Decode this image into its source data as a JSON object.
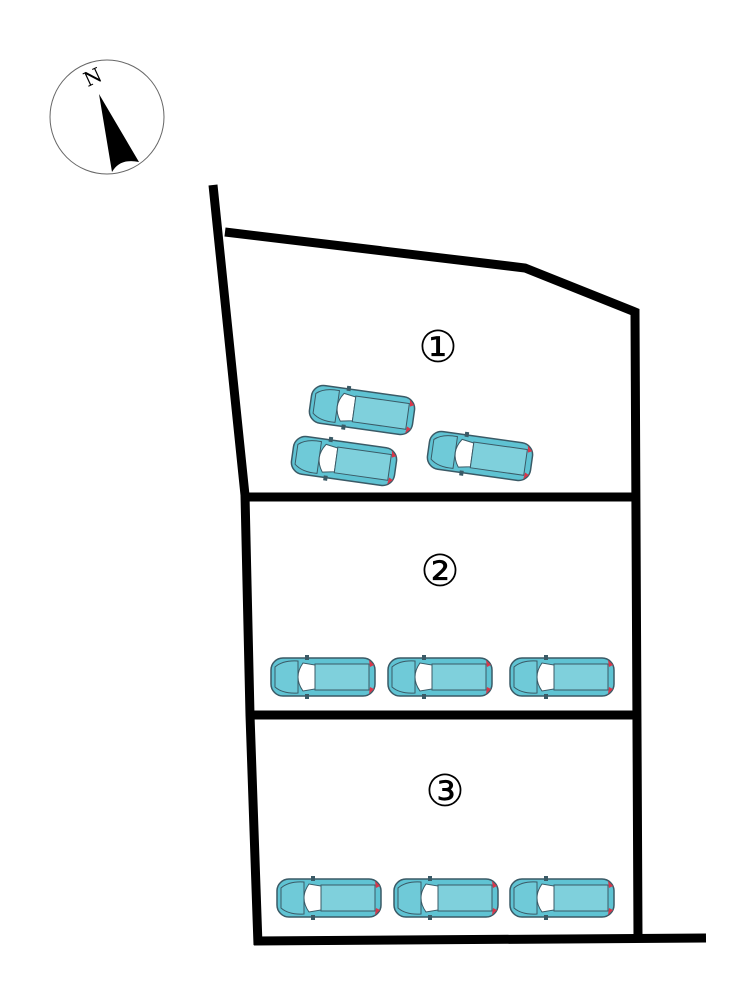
{
  "compass": {
    "label": "N"
  },
  "lots": [
    {
      "label": "①",
      "cars": 3
    },
    {
      "label": "②",
      "cars": 3
    },
    {
      "label": "③",
      "cars": 3
    }
  ],
  "colors": {
    "car_body": "#5fc3d3",
    "car_outline": "#3a5a66",
    "boundary": "#000000",
    "tail_light": "#d9364a"
  }
}
